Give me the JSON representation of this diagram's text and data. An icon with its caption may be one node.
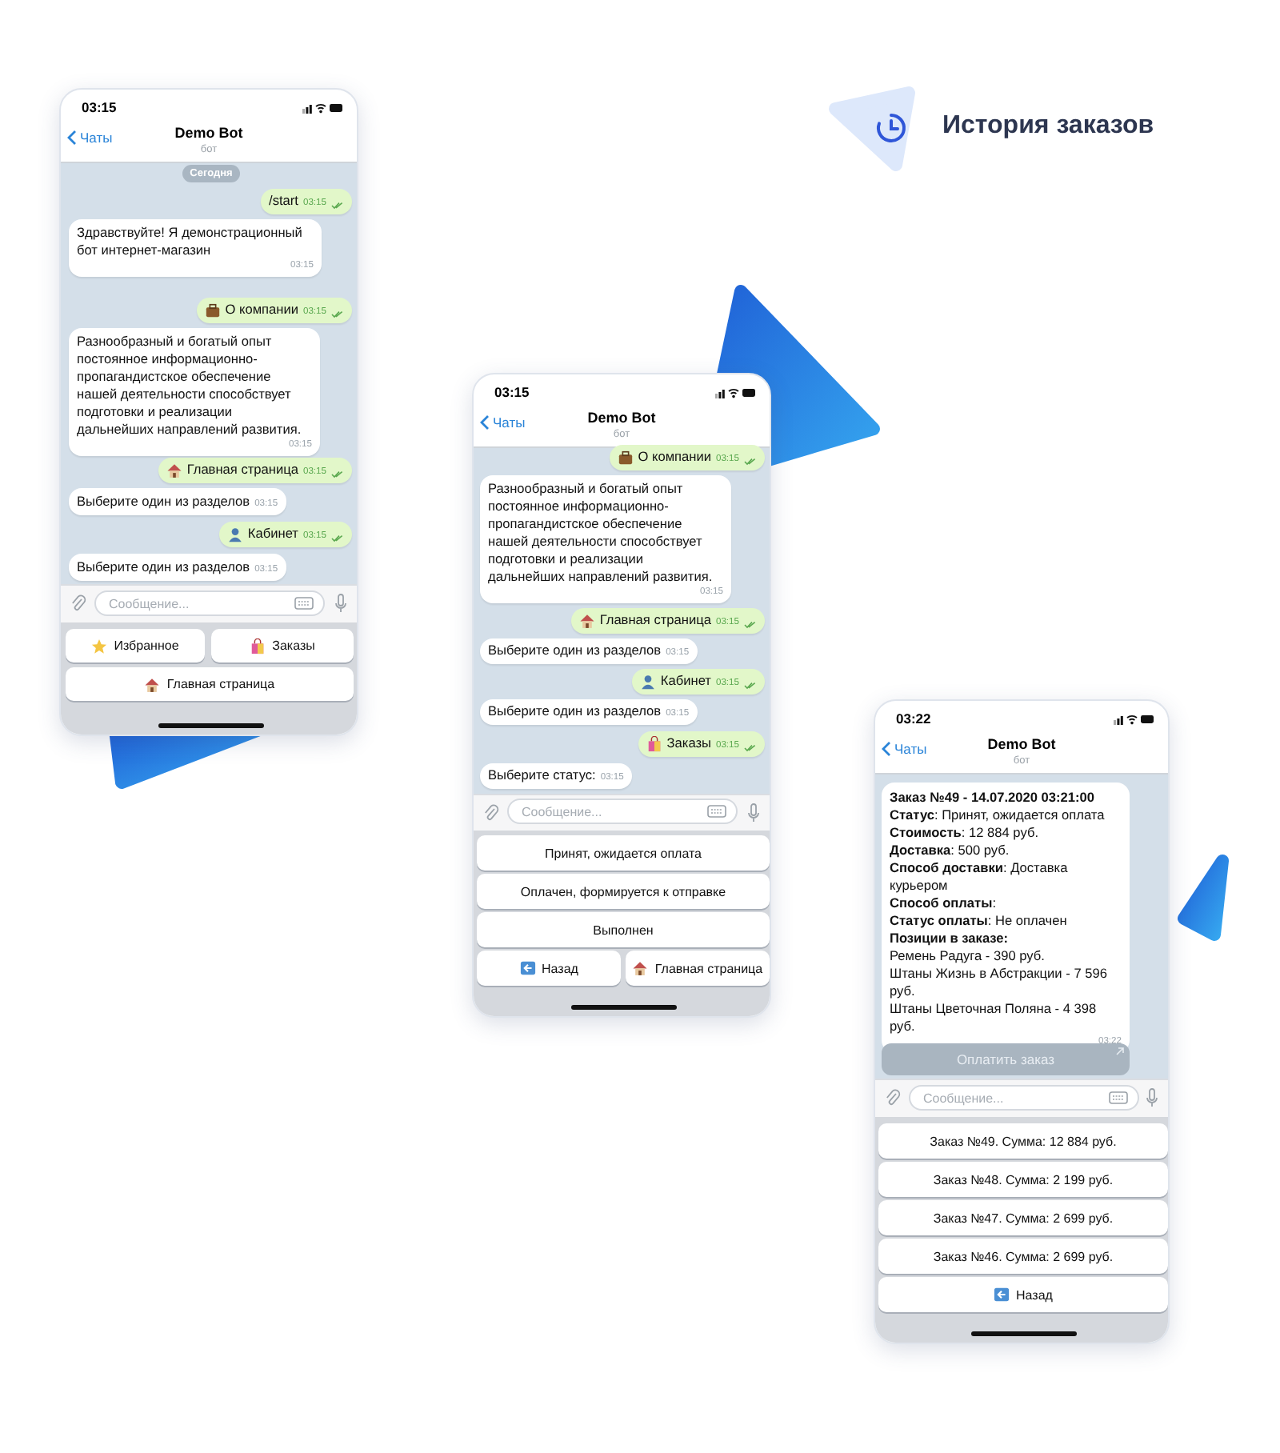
{
  "diagram": {
    "title": "История заказов",
    "nodes": [
      {
        "text": [
          "03:15",
          "Чаты",
          "Demo Bot",
          "бот"
        ]
      },
      {
        "text": [
          "Сегодня"
        ],
        "in": 0
      },
      {
        "text": [
          "/start",
          "03:15"
        ],
        "in": 0
      },
      {
        "text": [
          "Здравствуйте! Я демонстрационный бот интернет-магазин",
          "03:15"
        ],
        "in": 0
      },
      {
        "text": [
          "О компании",
          "03:15"
        ],
        "in": 0
      },
      {
        "text": [
          "Разнообразный и богатый опыт постоянное информационно-пропагандистское обеспечение нашей деятельности способствует подготовки и реализации дальнейших направлений развития.",
          "03:15"
        ],
        "in": 0
      },
      {
        "text": [
          "Главная страница",
          "03:15"
        ],
        "in": 0
      },
      {
        "text": [
          "Выберите один из разделов",
          "03:15"
        ],
        "in": 0
      },
      {
        "text": [
          "Кабинет",
          "03:15"
        ],
        "in": 0
      },
      {
        "text": [
          "Выберите один из разделов",
          "03:15"
        ],
        "in": 0
      },
      {
        "text": [
          "Сообщение..."
        ],
        "in": 0
      },
      {
        "text": [
          "Избранное"
        ],
        "in": 0
      },
      {
        "text": [
          "Заказы"
        ],
        "in": 0
      },
      {
        "text": [
          "Главная страница"
        ],
        "in": 0
      },
      {
        "text": [
          "03:15",
          "Чаты",
          "Demo Bot",
          "бот"
        ]
      },
      {
        "text": [
          "О компании",
          "03:15"
        ],
        "in": 14
      },
      {
        "text": [
          "Разнообразный и богатый опыт постоянное информационно-пропагандистское обеспечение нашей деятельности способствует подготовки и реализации дальнейших направлений развития.",
          "03:15"
        ],
        "in": 14
      },
      {
        "text": [
          "Главная страница",
          "03:15"
        ],
        "in": 14
      },
      {
        "text": [
          "Выберите один из разделов",
          "03:15"
        ],
        "in": 14
      },
      {
        "text": [
          "Кабинет",
          "03:15"
        ],
        "in": 14
      },
      {
        "text": [
          "Выберите один из разделов",
          "03:15"
        ],
        "in": 14
      },
      {
        "text": [
          "Заказы",
          "03:15"
        ],
        "in": 14
      },
      {
        "text": [
          "Выберите статус:",
          "03:15"
        ],
        "in": 14
      },
      {
        "text": [
          "Сообщение..."
        ],
        "in": 14
      },
      {
        "text": [
          "Принят, ожидается оплата"
        ],
        "in": 14
      },
      {
        "text": [
          "Оплачен, формируется к отправке"
        ],
        "in": 14
      },
      {
        "text": [
          "Выполнен"
        ],
        "in": 14
      },
      {
        "text": [
          "Назад"
        ],
        "in": 14
      },
      {
        "text": [
          "Главная страница"
        ],
        "in": 14
      },
      {
        "text": [
          "03:22",
          "Чаты",
          "Demo Bot",
          "бот"
        ]
      },
      {
        "text": [
          "Заказ №49 - 14.07.2020 03:21:00",
          "**Статус**: Принят, ожидается оплата",
          "**Стоимость**: 12 884 руб.",
          "**Доставка**: 500 руб.",
          "**Способ доставки**: Доставка курьером",
          "**Способ оплаты**:",
          "**Статус оплаты**: Не оплачен",
          "Позиции в заказе:",
          "Ремень Радуга - 390 руб.",
          "Штаны Жизнь в Абстракции - 7 596 руб.",
          "Штаны Цветочная Поляна - 4 398 руб.",
          "03:22"
        ],
        "in": 29
      },
      {
        "text": [
          "Оплатить заказ"
        ],
        "in": 29
      },
      {
        "text": [
          "Сообщение..."
        ],
        "in": 29
      },
      {
        "text": [
          "Заказ №49. Сумма: 12 884 руб."
        ],
        "in": 29
      },
      {
        "text": [
          "Заказ №48. Сумма: 2 199 руб."
        ],
        "in": 29
      },
      {
        "text": [
          "Заказ №47. Сумма: 2 699 руб."
        ],
        "in": 29
      },
      {
        "text": [
          "Заказ №46. Сумма: 2 699 руб."
        ],
        "in": 29
      },
      {
        "text": [
          "Назад"
        ],
        "in": 29
      }
    ]
  }
}
